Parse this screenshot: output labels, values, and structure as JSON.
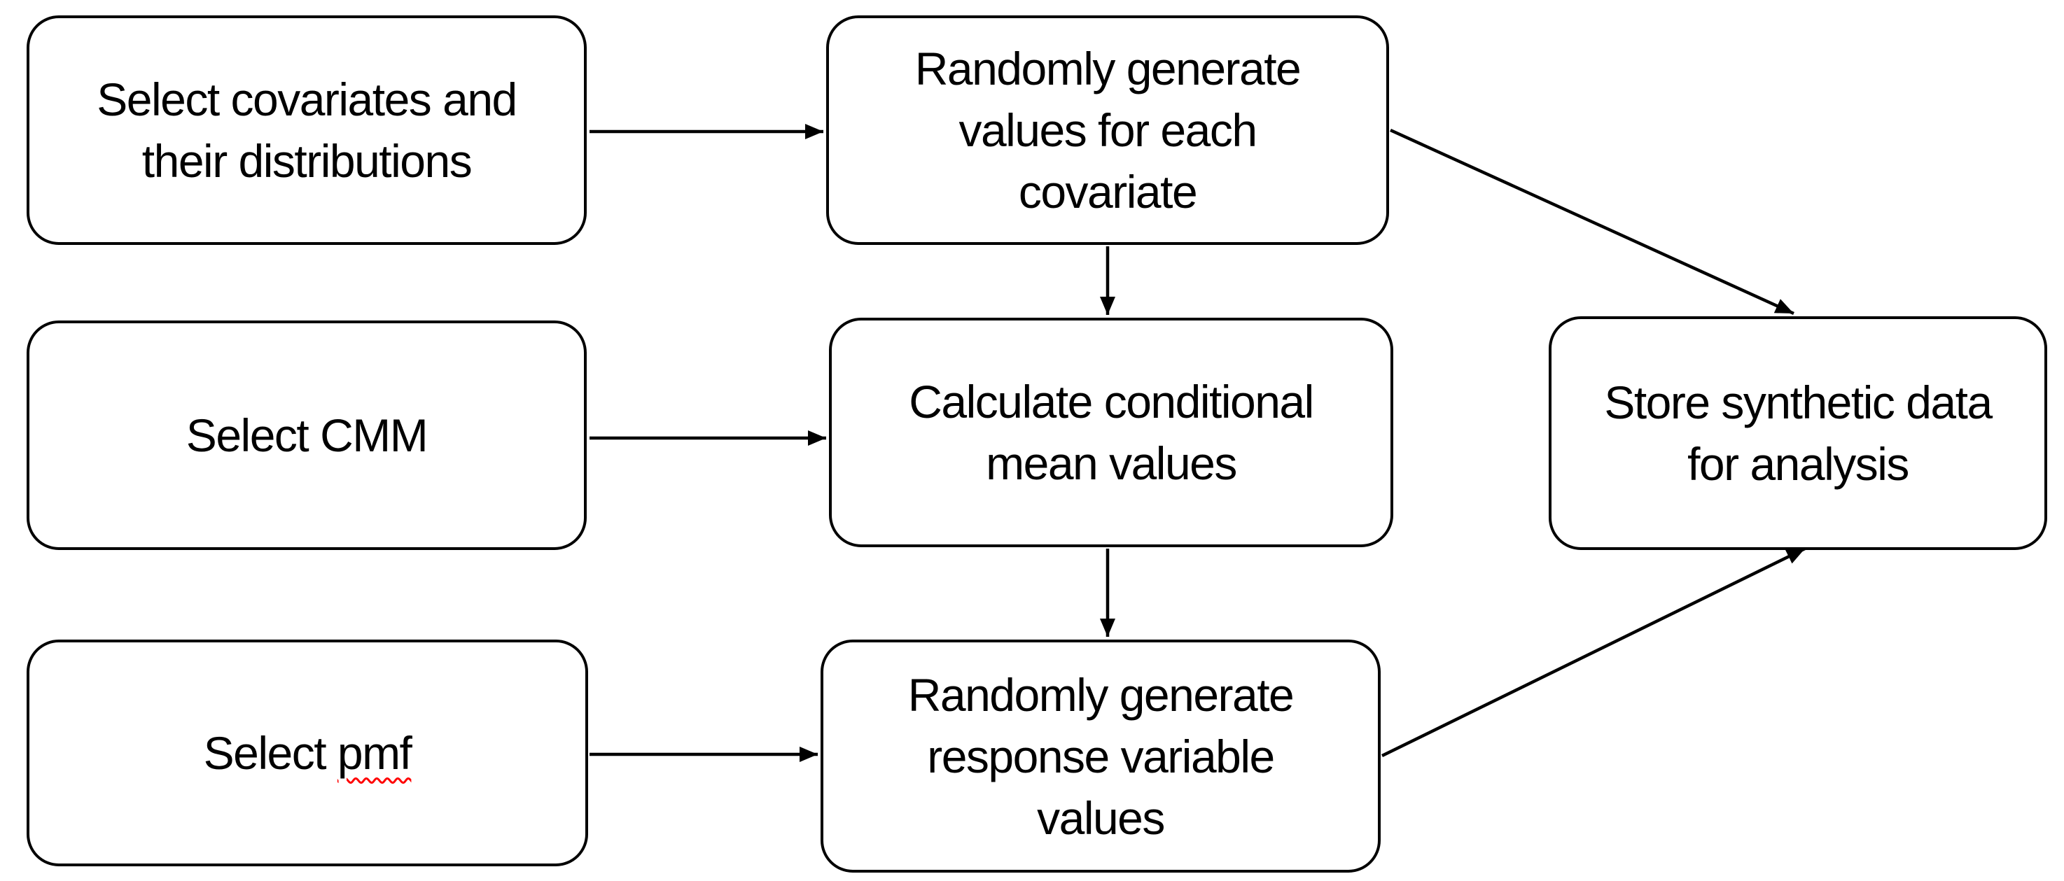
{
  "colors": {
    "background": "#ffffff",
    "box_fill": "#ffffff",
    "box_border": "#000000",
    "text": "#000000",
    "arrow": "#000000",
    "spellcheck_underline": "#ff0000"
  },
  "nodes": [
    {
      "id": "select-covariates",
      "label": "Select covariates and\ntheir distributions"
    },
    {
      "id": "select-cmm",
      "label": "Select CMM"
    },
    {
      "id": "select-pmf",
      "label_prefix": "Select ",
      "label_word": "pmf"
    },
    {
      "id": "generate-covariate-values",
      "label": "Randomly generate\nvalues for each\ncovariate"
    },
    {
      "id": "calculate-conditional-means",
      "label": "Calculate conditional\nmean values"
    },
    {
      "id": "generate-response-values",
      "label": "Randomly generate\nresponse variable\nvalues"
    },
    {
      "id": "store-synthetic-data",
      "label": "Store synthetic data\nfor analysis"
    }
  ],
  "edges": [
    {
      "from": "select-covariates",
      "to": "generate-covariate-values"
    },
    {
      "from": "select-cmm",
      "to": "calculate-conditional-means"
    },
    {
      "from": "select-pmf",
      "to": "generate-response-values"
    },
    {
      "from": "generate-covariate-values",
      "to": "calculate-conditional-means"
    },
    {
      "from": "calculate-conditional-means",
      "to": "generate-response-values"
    },
    {
      "from": "generate-covariate-values",
      "to": "store-synthetic-data"
    },
    {
      "from": "generate-response-values",
      "to": "store-synthetic-data"
    }
  ]
}
